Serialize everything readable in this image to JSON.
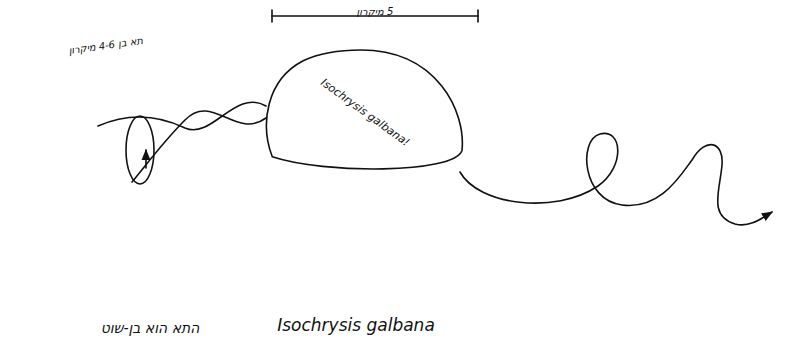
{
  "diagram": {
    "nodes": [
      {
        "text": [
          "Isochrysis galbana!"
        ]
      }
    ],
    "edges": [],
    "labels": [
      "5 מיקרון",
      "תא בן 4-6 מיקרון",
      "Isochrysis galbana",
      "התא הוא בן-שוט"
    ]
  }
}
